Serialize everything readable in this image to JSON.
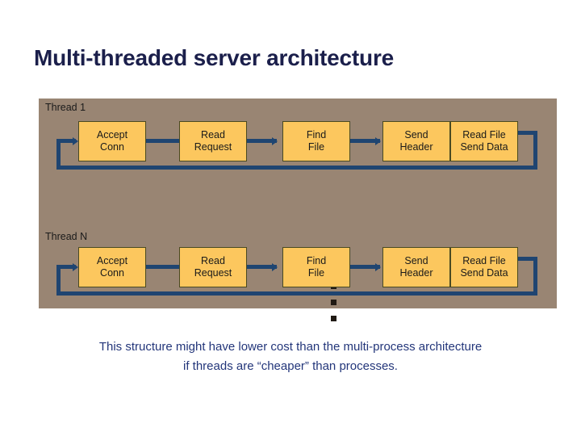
{
  "slide": {
    "title": "Multi-threaded server architecture",
    "caption_line1": "This structure might have lower cost than the multi-process architecture",
    "caption_line2": "if threads are “cheaper” than processes."
  },
  "colors": {
    "background": "#ffffff",
    "panel": "#998573",
    "box_fill": "#fcc75e",
    "box_border": "#4a4a22",
    "connector": "#1f4571",
    "title_text": "#1b1f4b",
    "caption_text": "#23367a",
    "label_text": "#1a1a1a",
    "dot": "#201a14"
  },
  "diagram": {
    "ellipsis": "vertical-ellipsis-three-dots",
    "threads": [
      {
        "label": "Thread 1",
        "stages": [
          {
            "line1": "Accept",
            "line2": "Conn"
          },
          {
            "line1": "Read",
            "line2": "Request"
          },
          {
            "line1": "Find",
            "line2": "File"
          },
          {
            "line1": "Send",
            "line2": "Header"
          },
          {
            "line1": "Read File",
            "line2": "Send Data"
          }
        ]
      },
      {
        "label": "Thread N",
        "stages": [
          {
            "line1": "Accept",
            "line2": "Conn"
          },
          {
            "line1": "Read",
            "line2": "Request"
          },
          {
            "line1": "Find",
            "line2": "File"
          },
          {
            "line1": "Send",
            "line2": "Header"
          },
          {
            "line1": "Read File",
            "line2": "Send Data"
          }
        ]
      }
    ]
  }
}
